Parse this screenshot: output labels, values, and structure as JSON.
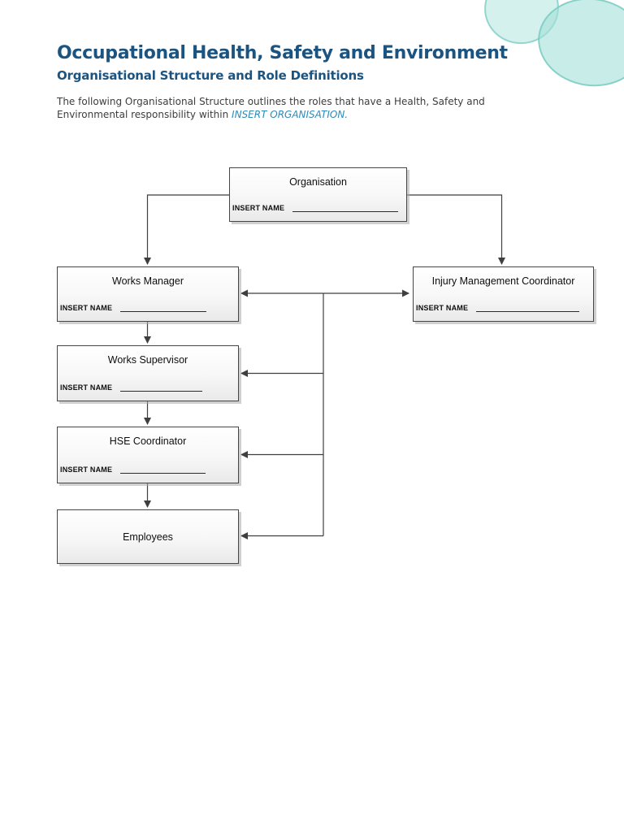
{
  "document": {
    "title": "Occupational Health, Safety and Environment",
    "subtitle": "Organisational Structure and Role Definitions",
    "intro_line1": "The following Organisational Structure outlines the roles that have a Health, Safety and",
    "intro_line2_prefix": "Environmental responsibility within",
    "intro_highlight": "INSERT ORGANISATION."
  },
  "colors": {
    "heading_blue": "#1b5480",
    "highlight_blue": "#2e8ab8",
    "body_text": "#3d3d3d",
    "connector_line": "#3f3f3f",
    "blob_teal": "#9adcd3",
    "node_border": "#454545"
  },
  "chart": {
    "type": "org-chart",
    "nodes": [
      {
        "id": "organisation",
        "title": "Organisation",
        "insert_label": "INSERT NAME"
      },
      {
        "id": "works-manager",
        "title": "Works Manager",
        "insert_label": "INSERT NAME"
      },
      {
        "id": "injury-management-coordinator",
        "title": "Injury Management Coordinator",
        "insert_label": "INSERT NAME"
      },
      {
        "id": "works-supervisor",
        "title": "Works Supervisor",
        "insert_label": "INSERT NAME"
      },
      {
        "id": "hse-coordinator",
        "title": "HSE Coordinator",
        "insert_label": "INSERT NAME"
      },
      {
        "id": "employees",
        "title": "Employees"
      }
    ],
    "edges": [
      {
        "from": "organisation",
        "to": "works-manager",
        "style": "arrow-down"
      },
      {
        "from": "organisation",
        "to": "injury-management-coordinator",
        "style": "arrow-down"
      },
      {
        "from": "works-manager",
        "to": "injury-management-coordinator",
        "style": "double-headed-arrow"
      },
      {
        "from": "works-manager",
        "to": "works-supervisor",
        "style": "arrow-down"
      },
      {
        "from": "works-supervisor",
        "to": "hse-coordinator",
        "style": "arrow-down"
      },
      {
        "from": "hse-coordinator",
        "to": "employees",
        "style": "arrow-down"
      },
      {
        "from": "central-spine",
        "to": "works-supervisor",
        "style": "arrow-left"
      },
      {
        "from": "central-spine",
        "to": "hse-coordinator",
        "style": "arrow-left"
      },
      {
        "from": "central-spine",
        "to": "employees",
        "style": "arrow-left"
      }
    ]
  }
}
